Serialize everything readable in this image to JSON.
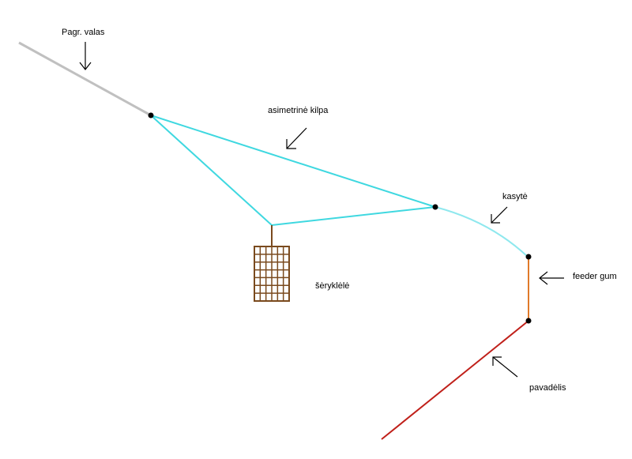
{
  "labels": {
    "main_line": "Pagr. valas",
    "asym_loop": "asimetrinė kilpa",
    "hooklink": "kasytė",
    "feeder_gum": "feeder gum",
    "leader": "pavadėlis",
    "feeder": "šėryklėlė"
  },
  "colors": {
    "main_line": "#c0c0c0",
    "loop": "#3fd8e0",
    "hooklink": "#8fe8ee",
    "gum": "#e07a2a",
    "leader": "#c0201a",
    "feeder": "#7a4a1e",
    "knot": "#000000",
    "arrow": "#000000"
  },
  "icons": {
    "pointer": "arrow-icon",
    "knot": "knot-dot-icon",
    "feeder": "cage-feeder-icon"
  }
}
